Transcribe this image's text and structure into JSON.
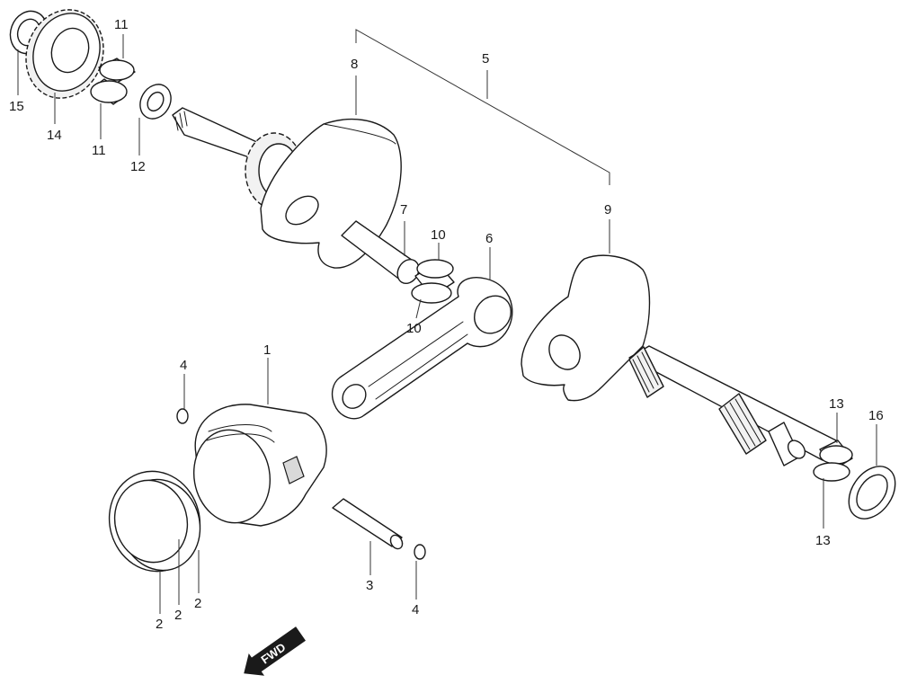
{
  "callouts": {
    "c1": "1",
    "c2a": "2",
    "c2b": "2",
    "c2c": "2",
    "c3": "3",
    "c4a": "4",
    "c4b": "4",
    "c5": "5",
    "c6": "6",
    "c7": "7",
    "c8": "8",
    "c9": "9",
    "c10a": "10",
    "c10b": "10",
    "c11a": "11",
    "c11b": "11",
    "c12": "12",
    "c13a": "13",
    "c13b": "13",
    "c14": "14",
    "c15": "15",
    "c16": "16"
  },
  "fwd_arrow": {
    "label": "FWD"
  }
}
